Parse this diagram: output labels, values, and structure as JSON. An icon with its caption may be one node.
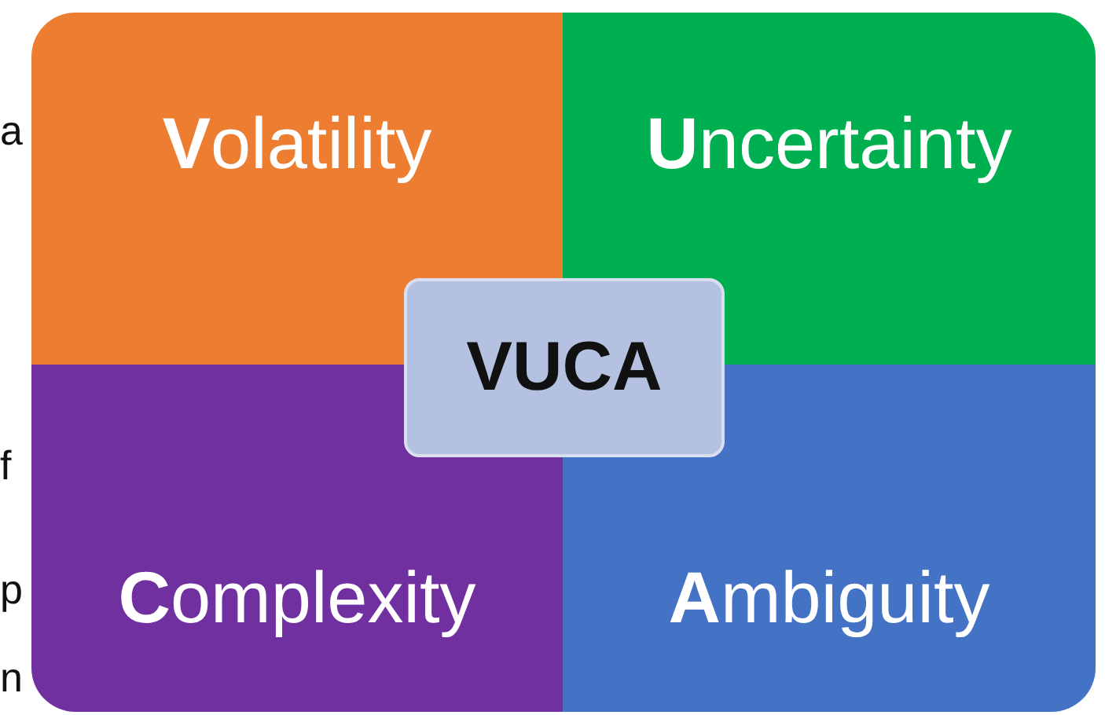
{
  "diagram": {
    "nodes": [
      {
        "text": [
          "**V**olatility"
        ]
      },
      {
        "text": [
          "**U**ncertainty"
        ]
      },
      {
        "text": [
          "**C**omplexity"
        ]
      },
      {
        "text": [
          "**A**mbiguity"
        ]
      },
      {
        "text": [
          "VUCA"
        ]
      }
    ],
    "labels": [
      "a",
      "f",
      "p",
      "n"
    ]
  }
}
